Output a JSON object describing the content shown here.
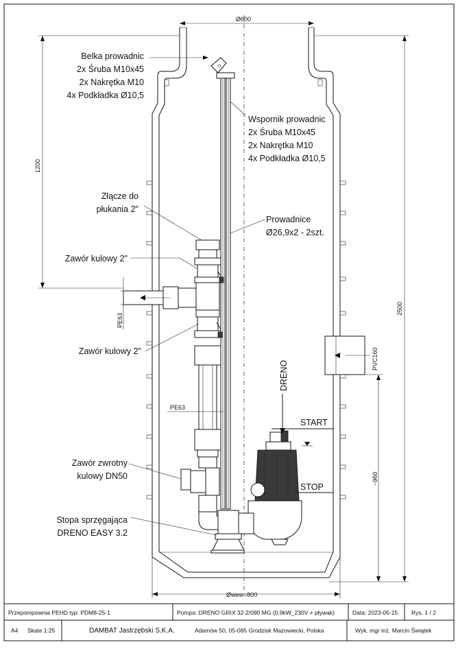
{
  "drawing": {
    "dims": {
      "top_width": "Ø600",
      "height_upper": "1200",
      "height_total": "2500",
      "pe63_vertical": "PE63",
      "pe63_horizontal": "PE63",
      "pvc160": "PVC160",
      "level_960": "~960",
      "bottom_width": "Øwew=800"
    },
    "labels": {
      "belka": [
        "Belka prowadnic",
        "2x Śruba M10x45",
        "2x Nakrętka M10",
        "4x Podkładka Ø10,5"
      ],
      "wspornik": [
        "Wspornik prowadnic",
        "2x Śruba M10x45",
        "2x Nakrętka M10",
        "4x Podkładka Ø10,5"
      ],
      "zlacze": [
        "Złącze do",
        "płukania 2\""
      ],
      "prowadnice": [
        "Prowadnice",
        "Ø26,9x2 - 2szt."
      ],
      "zawor_upper": "Zawór kulowy 2\"",
      "zawor_lower": "Zawór kulowy 2\"",
      "zwrotny": [
        "Zawór zwrotny",
        "kulowy DN50"
      ],
      "stopa": [
        "Stopa sprzęgająca",
        "DRENO EASY 3.2"
      ],
      "dreno": "DRENO",
      "start": "START",
      "stop": "STOP"
    }
  },
  "title_block": {
    "product": "Przepompownia PEHD typ: PDM8-25-1",
    "pump": "Pompa: DRENO GRIX 32-2/090 MG (0,9kW_230V + pływak)",
    "date": "Data: 2023-05-15",
    "sheet": "Rys. 1 / 2",
    "format": "A4",
    "scale": "Skala 1:25",
    "company": "DAMBAT Jastrzębski S.K.A.",
    "address": "Adamów 50, 05-085 Grodzisk Mazowiecki, Polska",
    "author": "Wyk. mgr inż. Marcin Świątek"
  }
}
